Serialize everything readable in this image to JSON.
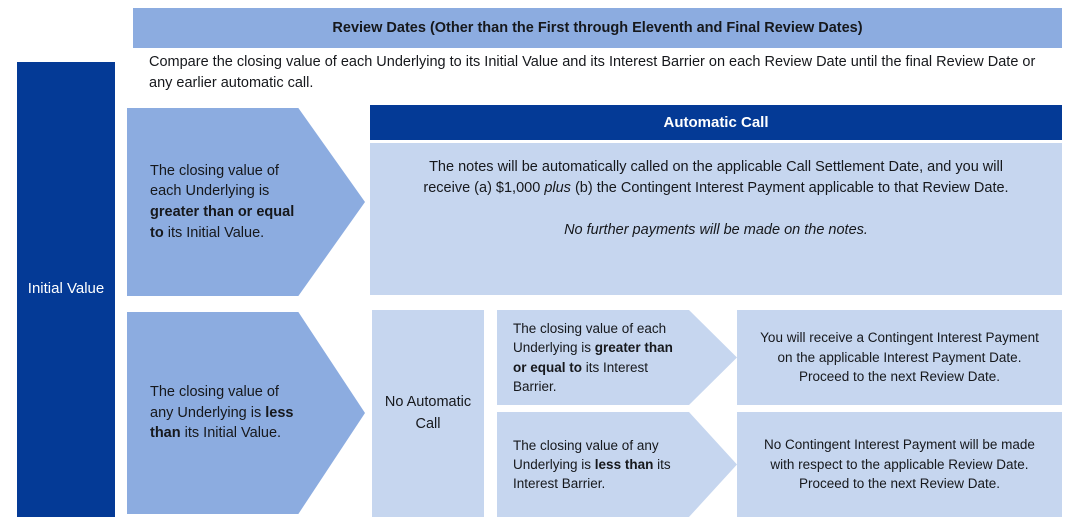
{
  "diagram": {
    "title": "Review Dates (Other than the First through Eleventh and Final Review Dates)",
    "description": "Compare the closing value of each Underlying to its Initial Value and its Interest Barrier on each Review Date until the final Review Date or any earlier automatic call.",
    "left_rail": {
      "label": "Initial Value"
    },
    "branch_called": {
      "condition_prefix": "The closing value of each Underlying is ",
      "condition_bold": "greater than or equal to",
      "condition_suffix": " its Initial Value.",
      "result_header": "Automatic Call",
      "result_paragraph_1_a": "The notes will be automatically called on the applicable Call Settlement Date, and you will receive (a) $1,000 ",
      "result_paragraph_1_italic": "plus",
      "result_paragraph_1_b": " (b) the Contingent Interest Payment applicable to that Review Date.",
      "result_paragraph_2": "No further payments will be made on the notes."
    },
    "branch_not_called": {
      "condition_prefix": "The closing value of any Underlying is ",
      "condition_bold": "less than",
      "condition_suffix": " its Initial Value.",
      "middle_label": "No Automatic Call",
      "sub_branches": [
        {
          "condition_prefix": "The closing value of each Underlying is ",
          "condition_bold": "greater than or equal to",
          "condition_suffix": " its Interest Barrier.",
          "outcome_line_1": "You will receive a Contingent Interest Payment on the applicable Interest Payment Date.",
          "outcome_line_2": "Proceed to the next Review Date."
        },
        {
          "condition_prefix": "The closing value of any Underlying is ",
          "condition_bold": "less than",
          "condition_suffix": " its Interest Barrier.",
          "outcome_line_1": "No Contingent Interest Payment will be made with respect to the applicable Review Date.",
          "outcome_line_2": "Proceed to the next Review Date."
        }
      ]
    },
    "colors": {
      "dark_blue": "#043A96",
      "mid_blue": "#8CACE0",
      "light_blue": "#C6D6EF",
      "text": "#16181C",
      "white": "#FFFFFF"
    }
  }
}
